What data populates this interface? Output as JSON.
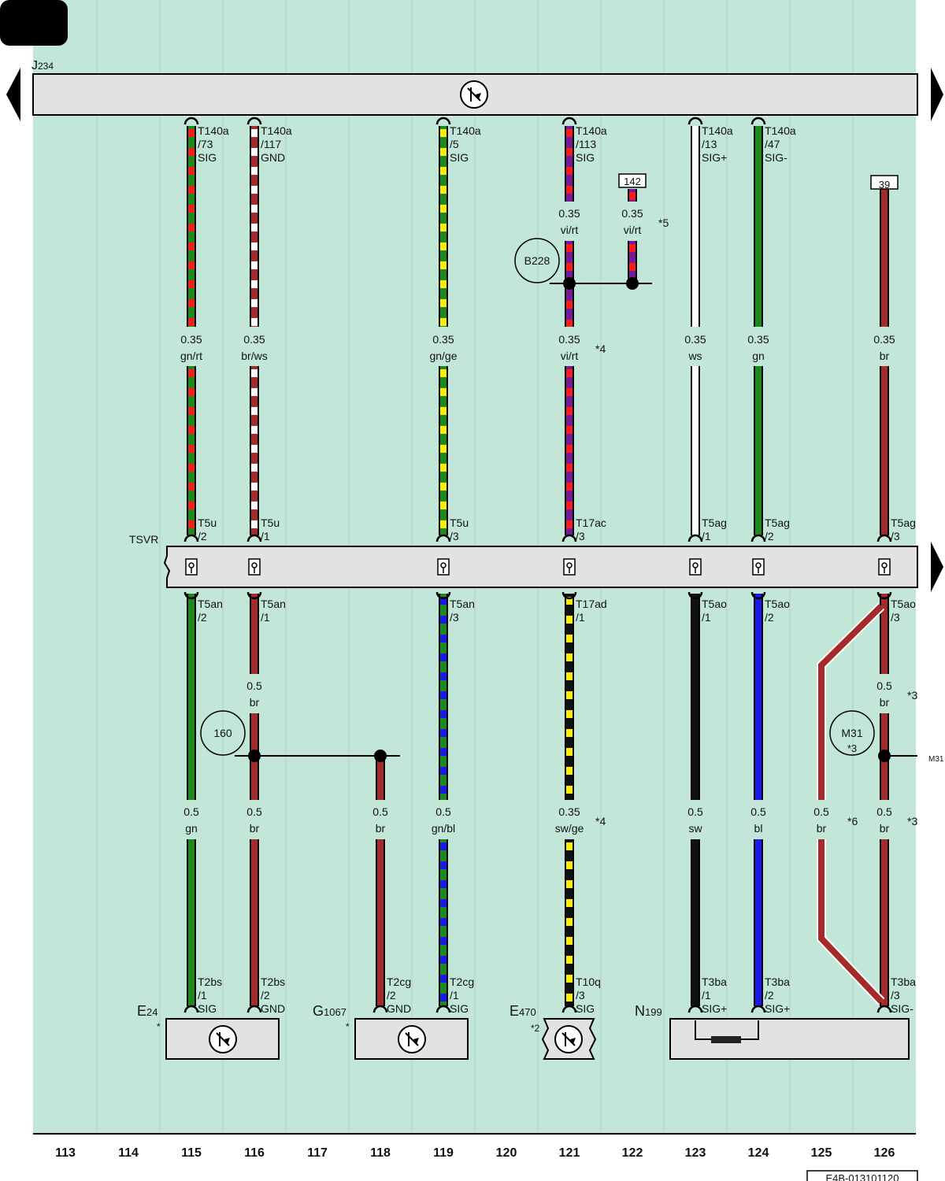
{
  "header": {
    "page_badge": "",
    "control_unit": {
      "letter": "J",
      "sub": "234"
    },
    "splice_label": "TSVR",
    "doc_id": "E4B-013101120"
  },
  "columns": [
    "113",
    "114",
    "115",
    "116",
    "117",
    "118",
    "119",
    "120",
    "121",
    "122",
    "123",
    "124",
    "125",
    "126"
  ],
  "upper_wires": [
    {
      "col": "115",
      "colors": [
        "#1a8a1a",
        "#ff1a1a"
      ],
      "pin": [
        "T140a",
        "/73",
        "SIG"
      ],
      "size": "0.35",
      "code": "gn/rt",
      "tsvr_pin": [
        "T5u",
        "/2"
      ]
    },
    {
      "col": "116",
      "colors": [
        "#a52a2a",
        "#ffffff"
      ],
      "pin": [
        "T140a",
        "/117",
        "GND"
      ],
      "size": "0.35",
      "code": "br/ws",
      "tsvr_pin": [
        "T5u",
        "/1"
      ]
    },
    {
      "col": "119",
      "colors": [
        "#1a8a1a",
        "#ffee00"
      ],
      "pin": [
        "T140a",
        "/5",
        "SIG"
      ],
      "size": "0.35",
      "code": "gn/ge",
      "tsvr_pin": [
        "T5u",
        "/3"
      ]
    },
    {
      "col": "121",
      "colors": [
        "#7a1a9a",
        "#ff1a1a"
      ],
      "pin": [
        "T140a",
        "/113",
        "SIG"
      ],
      "size": "0.35",
      "code": "vi/rt",
      "tsvr_pin": [
        "T17ac",
        "/3"
      ],
      "note": "*4",
      "upper_size": "0.35",
      "upper_code": "vi/rt"
    },
    {
      "col": "123",
      "colors": [
        "#ffffff"
      ],
      "pin": [
        "T140a",
        "/13",
        "SIG+"
      ],
      "size": "0.35",
      "code": "ws",
      "tsvr_pin": [
        "T5ag",
        "/1"
      ]
    },
    {
      "col": "124",
      "colors": [
        "#1a8a1a"
      ],
      "pin": [
        "T140a",
        "/47",
        "SIG-"
      ],
      "size": "0.35",
      "code": "gn",
      "tsvr_pin": [
        "T5ag",
        "/2"
      ]
    },
    {
      "col": "126",
      "colors": [
        "#a52a2a"
      ],
      "ref_box": "39",
      "size": "0.35",
      "code": "br",
      "tsvr_pin": [
        "T5ag",
        "/3"
      ]
    }
  ],
  "branch_122": {
    "ref_box": "142",
    "size": "0.35",
    "code": "vi/rt",
    "note": "*5",
    "splice": "B228"
  },
  "lower_wires": [
    {
      "col": "115",
      "colors": [
        "#1a8a1a"
      ],
      "top_pin": [
        "T5an",
        "/2"
      ],
      "size": "0.5",
      "code": "gn",
      "bottom_pin": [
        "T2bs",
        "/1",
        "SIG"
      ]
    },
    {
      "col": "116",
      "colors": [
        "#a52a2a"
      ],
      "top_pin": [
        "T5an",
        "/1"
      ],
      "size": "0.5",
      "code": "br",
      "bottom_pin": [
        "T2bs",
        "/2",
        "GND"
      ],
      "upper_size": "0.5",
      "upper_code": "br"
    },
    {
      "col": "118",
      "colors": [
        "#a52a2a"
      ],
      "size": "0.5",
      "code": "br",
      "bottom_pin": [
        "T2cg",
        "/2",
        "GND"
      ]
    },
    {
      "col": "119",
      "colors": [
        "#1a8a1a",
        "#1a1aee"
      ],
      "top_pin": [
        "T5an",
        "/3"
      ],
      "size": "0.5",
      "code": "gn/bl",
      "bottom_pin": [
        "T2cg",
        "/1",
        "SIG"
      ]
    },
    {
      "col": "121",
      "colors": [
        "#111111",
        "#ffee00"
      ],
      "top_pin": [
        "T17ad",
        "/1"
      ],
      "size": "0.35",
      "code": "sw/ge",
      "bottom_pin": [
        "T10q",
        "/3",
        "SIG"
      ],
      "note": "*4"
    },
    {
      "col": "123",
      "colors": [
        "#111111"
      ],
      "top_pin": [
        "T5ao",
        "/1"
      ],
      "size": "0.5",
      "code": "sw",
      "bottom_pin": [
        "T3ba",
        "/1",
        "SIG+"
      ]
    },
    {
      "col": "124",
      "colors": [
        "#1a1aee"
      ],
      "top_pin": [
        "T5ao",
        "/2"
      ],
      "size": "0.5",
      "code": "bl",
      "bottom_pin": [
        "T3ba",
        "/2",
        "SIG+"
      ]
    },
    {
      "col": "126",
      "colors": [
        "#a52a2a"
      ],
      "top_pin": [
        "T5ao",
        "/3"
      ],
      "size": "0.5",
      "code": "br",
      "bottom_pin": [
        "T3ba",
        "/3",
        "SIG-"
      ],
      "note": "*3",
      "upper_size": "0.5",
      "upper_code": "br",
      "upper_note": "*3"
    }
  ],
  "diagonal_125": {
    "size": "0.5",
    "code": "br",
    "note": "*6"
  },
  "splices": {
    "s160": "160",
    "m31": [
      "M31",
      "*3"
    ],
    "m31_ref": "M31"
  },
  "components": {
    "e24": {
      "letter": "E",
      "sub": "24",
      "star": "*"
    },
    "g1067": {
      "letter": "G",
      "sub": "1067",
      "star": "*"
    },
    "e470": {
      "letter": "E",
      "sub": "470",
      "star": "*2"
    },
    "n199": {
      "letter": "N",
      "sub": "199"
    }
  },
  "colors": {
    "background": "#c2e6d8",
    "bar": "#e2e2e2",
    "grid": "#a9d1c2"
  }
}
